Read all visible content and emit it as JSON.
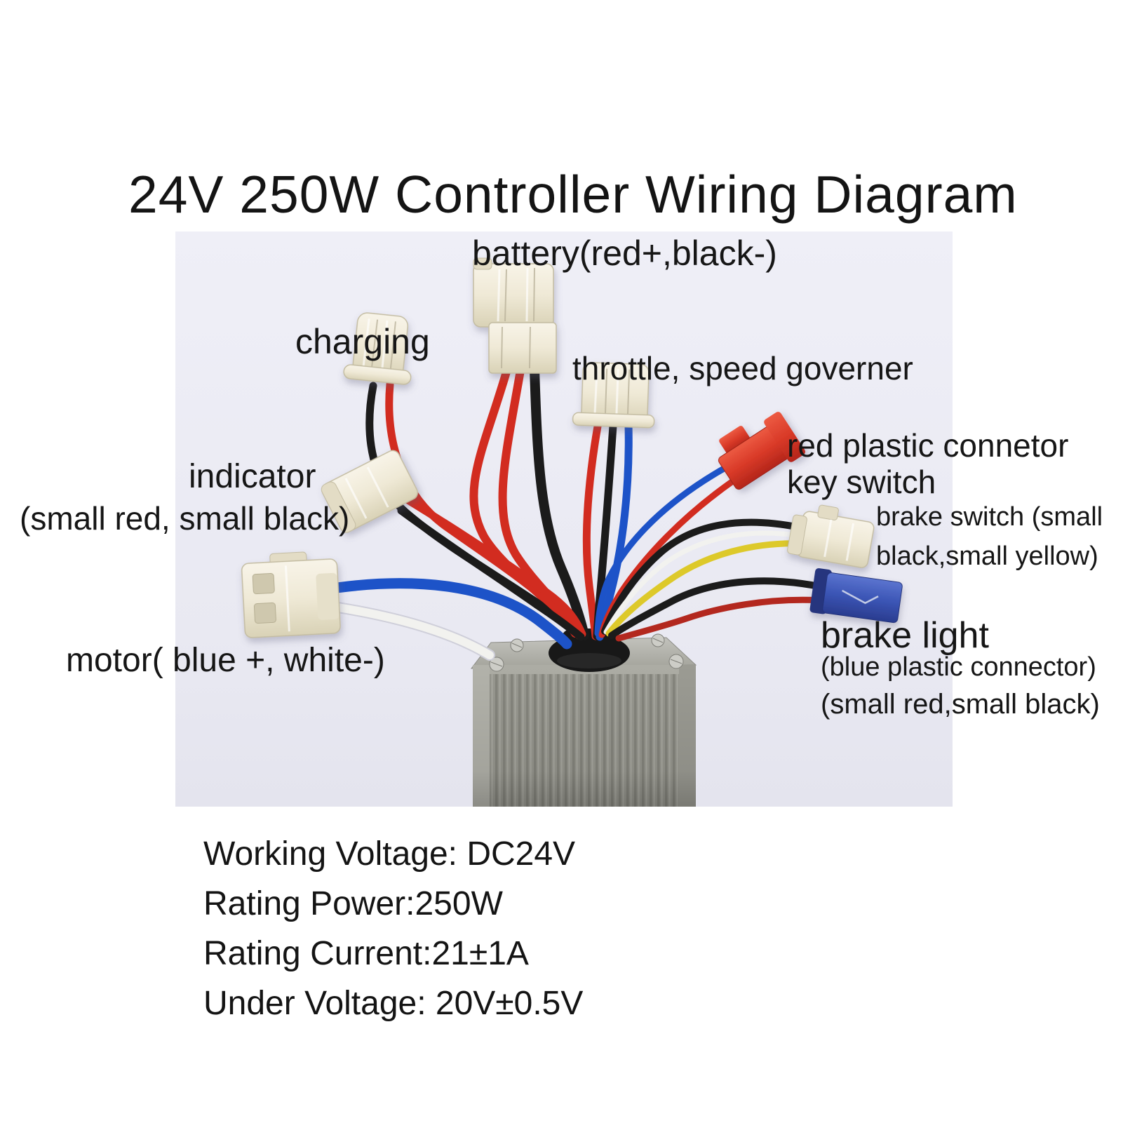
{
  "title": "24V 250W Controller Wiring Diagram",
  "labels": {
    "battery": "battery(red+,black-)",
    "charging": "charging",
    "throttle": "throttle, speed governer",
    "key_switch_line1": "red plastic connetor",
    "key_switch_line2": "key switch",
    "brake_switch_line1": "brake switch (small",
    "brake_switch_line2": "black,small yellow)",
    "indicator_line1": "indicator",
    "indicator_line2": "(small red, small black)",
    "motor": "motor( blue +, white-)",
    "brake_light_line1": "brake light",
    "brake_light_line2": "(blue plastic connector)",
    "brake_light_line3": "(small red,small black)"
  },
  "specs": [
    "Working Voltage: DC24V",
    "Rating Power:250W",
    "Rating Current:21±1A",
    "Under Voltage: 20V±0.5V"
  ],
  "colors": {
    "wire_red": "#d22c20",
    "wire_dark_red": "#b3281f",
    "wire_black": "#1b1b1b",
    "wire_blue": "#1d53c8",
    "wire_yellow": "#ddc92a",
    "wire_white": "#f2f2ef",
    "photo_bg": "#eaeaf3",
    "connector_cream": "#efe9d6",
    "connector_red": "#d93a28",
    "connector_blue": "#3b55b5",
    "controller_gray": "#95958d",
    "text_color": "#161616"
  }
}
